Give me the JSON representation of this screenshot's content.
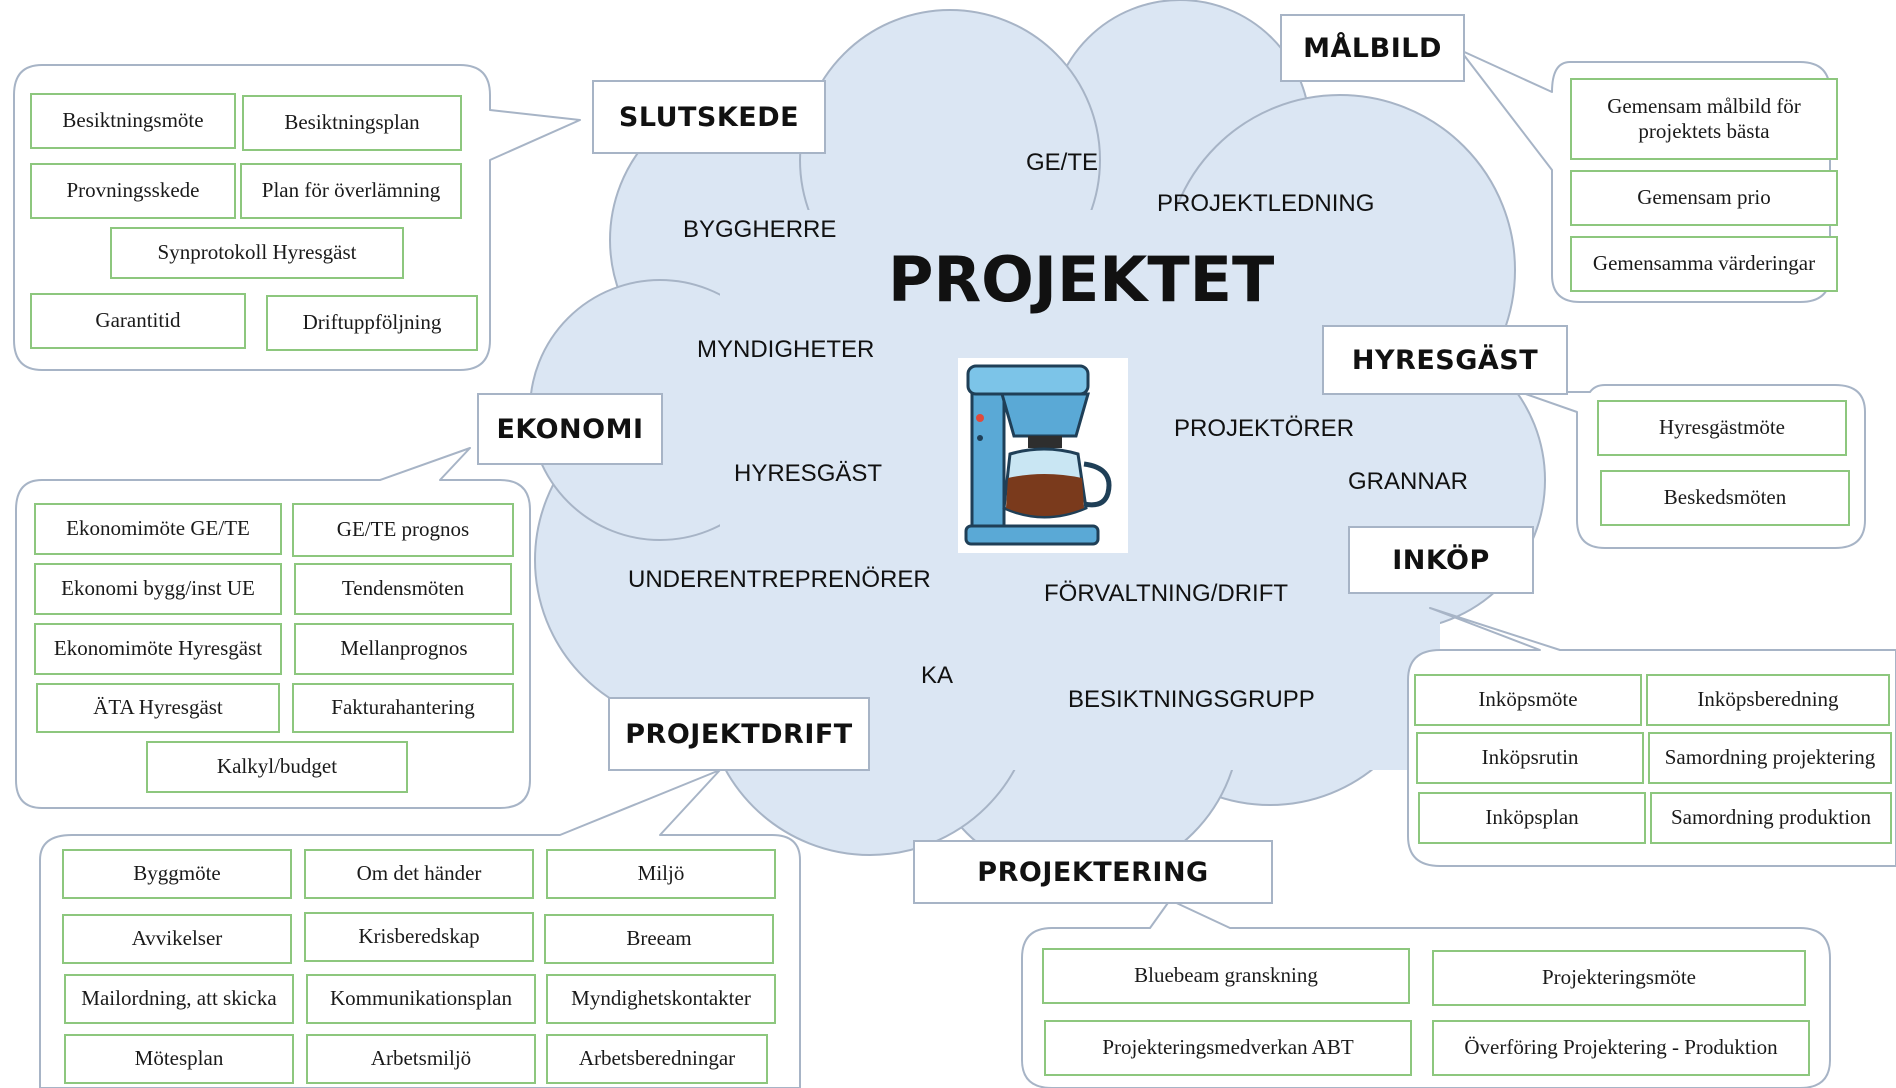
{
  "title": "PROJEKTET",
  "center_image": "coffee-maker-icon",
  "cloud_words": {
    "byggherre": "BYGGHERRE",
    "ge_te": "GE/TE",
    "projektledning": "PROJEKTLEDNING",
    "myndigheter": "MYNDIGHETER",
    "hyresgast": "HYRESGÄST",
    "projektorer": "PROJEKTÖRER",
    "grannar": "GRANNAR",
    "underentreprenorer": "UNDERENTREPRENÖRER",
    "forvaltning": "FÖRVALTNING/DRIFT",
    "ka": "KA",
    "besiktningsgrupp": "BESIKTNINGSGRUPP"
  },
  "categories": {
    "slutskede": {
      "label": "SLUTSKEDE",
      "items": [
        "Besiktningsmöte",
        "Besiktningsplan",
        "Provningsskede",
        "Plan för överlämning",
        "Synprotokoll Hyresgäst",
        "Garantitid",
        "Driftuppföljning"
      ]
    },
    "malbild": {
      "label": "MÅLBILD",
      "items": [
        "Gemensam målbild för projektets bästa",
        "Gemensam prio",
        "Gemensamma värderingar"
      ]
    },
    "hyresgast": {
      "label": "HYRESGÄST",
      "items": [
        "Hyresgästmöte",
        "Beskedsmöten"
      ]
    },
    "ekonomi": {
      "label": "EKONOMI",
      "items": [
        "Ekonomimöte GE/TE",
        "GE/TE prognos",
        "Ekonomi bygg/inst UE",
        "Tendensmöten",
        "Ekonomimöte Hyresgäst",
        "Mellanprognos",
        "ÄTA Hyresgäst",
        "Fakturahantering",
        "Kalkyl/budget"
      ]
    },
    "inkop": {
      "label": "INKÖP",
      "items": [
        "Inköpsmöte",
        "Inköpsberedning",
        "Inköpsrutin",
        "Samordning projektering",
        "Inköpsplan",
        "Samordning produktion"
      ]
    },
    "projektdrift": {
      "label": "PROJEKTDRIFT",
      "items": [
        "Byggmöte",
        "Om det händer",
        "Miljö",
        "Avvikelser",
        "Krisberedskap",
        "Breeam",
        "Mailordning, att skicka",
        "Kommunikationsplan",
        "Myndighetskontakter",
        "Mötesplan",
        "Arbetsmiljö",
        "Arbetsberedningar"
      ]
    },
    "projektering": {
      "label": "PROJEKTERING",
      "items": [
        "Bluebeam granskning",
        "Projekteringsmöte",
        "Projekteringsmedverkan ABT",
        "Överföring Projektering - Produktion"
      ]
    }
  },
  "colors": {
    "cloud_fill": "#dbe6f3",
    "cloud_stroke": "#a7b4c6",
    "item_border": "#8dc77e"
  }
}
